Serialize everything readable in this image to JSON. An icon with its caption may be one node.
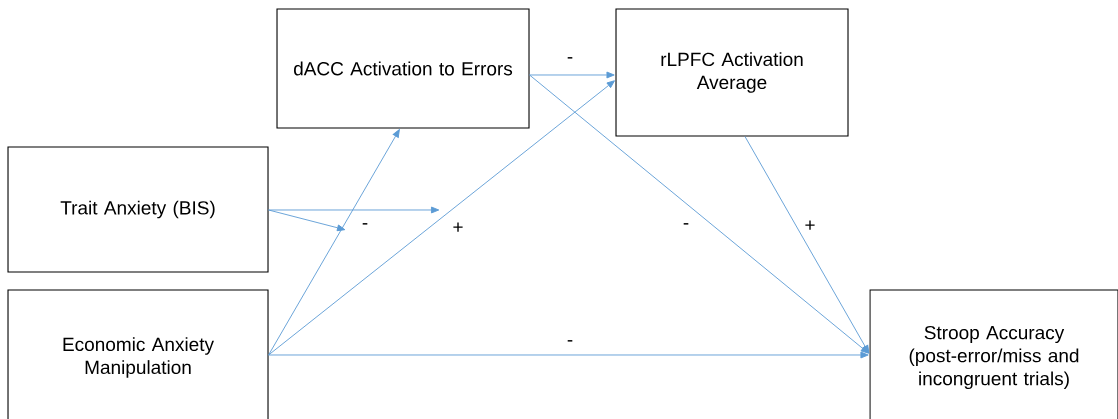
{
  "diagram": {
    "nodes": [
      {
        "text": [
          "dACC Activation to Errors"
        ]
      },
      {
        "text": [
          "rLPFC Activation Average"
        ]
      },
      {
        "text": [
          "Trait Anxiety (BIS)"
        ]
      },
      {
        "text": [
          "Economic Anxiety Manipulation"
        ]
      },
      {
        "text": [
          "Stroop Accuracy (post-error/miss and incongruent trials)"
        ]
      }
    ],
    "edges": [
      {
        "from": 3,
        "to": 0,
        "arrow": "to"
      },
      {
        "from": 3,
        "to": 1,
        "arrow": "to"
      },
      {
        "from": 3,
        "to": 4,
        "arrow": "to",
        "label": "-"
      },
      {
        "from": 0,
        "to": 1,
        "arrow": "to",
        "label": "-"
      },
      {
        "from": 0,
        "to": 4,
        "arrow": "to",
        "label": "-"
      },
      {
        "from": 1,
        "to": 4,
        "arrow": "to",
        "label": "+"
      },
      {
        "from": 2,
        "to": null,
        "arrow": "to",
        "label": "+"
      },
      {
        "from": 2,
        "to": null,
        "arrow": "to",
        "label": "-"
      }
    ]
  }
}
